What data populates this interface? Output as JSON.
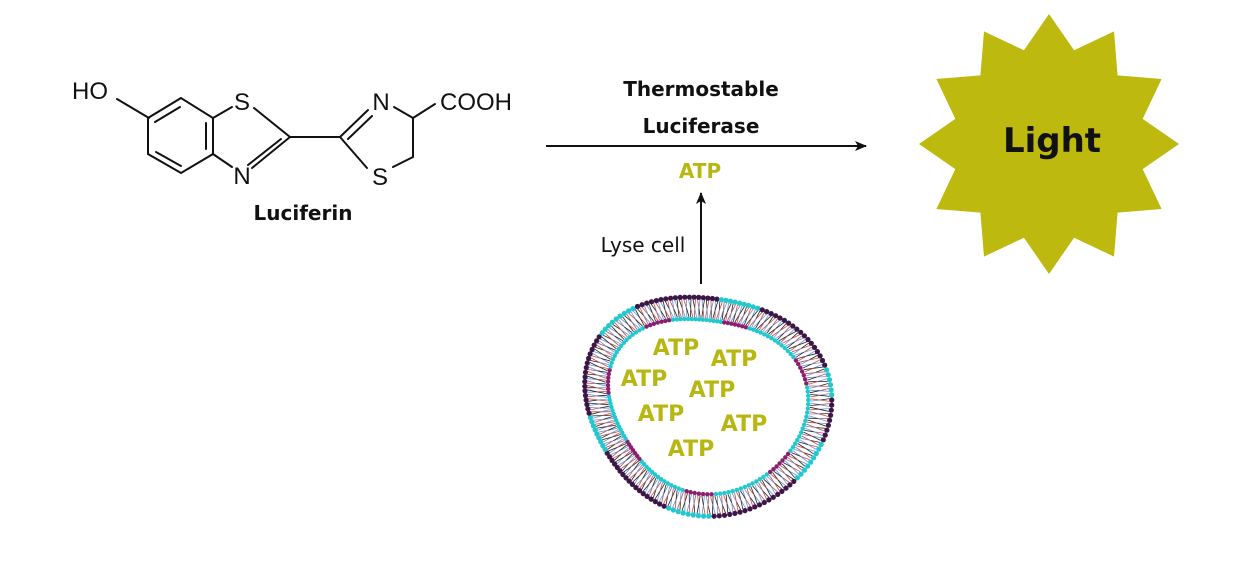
{
  "title": "ATP bioluminescence assay",
  "colors": {
    "atp": "#B8B712",
    "star_fill": "#BDB90E",
    "ink": "#111111",
    "membrane_head_dark": "#3B1647",
    "membrane_head_cyan": "#22C8CF",
    "membrane_head_magenta": "#8A1F6E",
    "tail_colors": [
      "#222222",
      "#C0504D",
      "#6E8FD8"
    ]
  },
  "molecule": {
    "name": "Luciferin",
    "atoms": {
      "hydroxyl": "HO",
      "sulfur_1": "S",
      "nitrogen_1": "N",
      "nitrogen_2": "N",
      "sulfur_2": "S",
      "carboxyl": "COOH"
    }
  },
  "reaction": {
    "enzyme_line1": "Thermostable",
    "enzyme_line2": "Luciferase",
    "cofactor": "ATP",
    "product": "Light"
  },
  "lysis": {
    "label": "Lyse cell"
  },
  "cell": {
    "name": "cell-membrane",
    "contents": [
      "ATP",
      "ATP",
      "ATP",
      "ATP",
      "ATP",
      "ATP",
      "ATP"
    ]
  }
}
